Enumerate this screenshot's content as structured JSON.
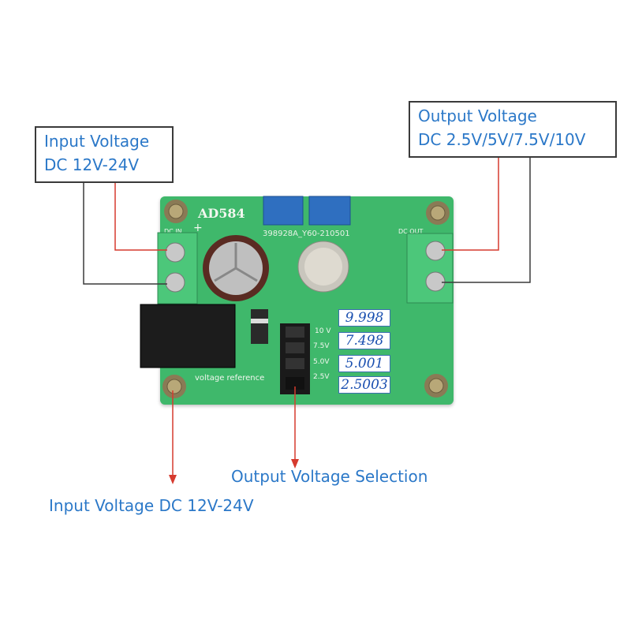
{
  "callouts": {
    "input": {
      "line1": "Input Voltage",
      "line2": "DC 12V-24V"
    },
    "output": {
      "line1": "Output Voltage",
      "line2": "DC 2.5V/5V/7.5V/10V"
    }
  },
  "captions": {
    "selection": "Output Voltage Selection",
    "input_bottom": "Input Voltage DC 12V-24V"
  },
  "board": {
    "chip_label": "AD584",
    "part_number": "398928A_Y60-210501",
    "dc_in_label": "DC IN",
    "dc_out_label": "DC OUT",
    "plus_sign": "+",
    "voltage_reference": "voltage reference",
    "jumper_labels": [
      "10 V",
      "7.5V",
      "5.0V",
      "2.5V"
    ],
    "measured_values": [
      "9.998",
      "7.498",
      "5.001",
      "2.5003"
    ]
  },
  "colors": {
    "annotation_text": "#2b78c8",
    "pointer_red": "#d63a2e",
    "board_green": "#3fb86b",
    "terminal_green": "#4cc77a"
  }
}
